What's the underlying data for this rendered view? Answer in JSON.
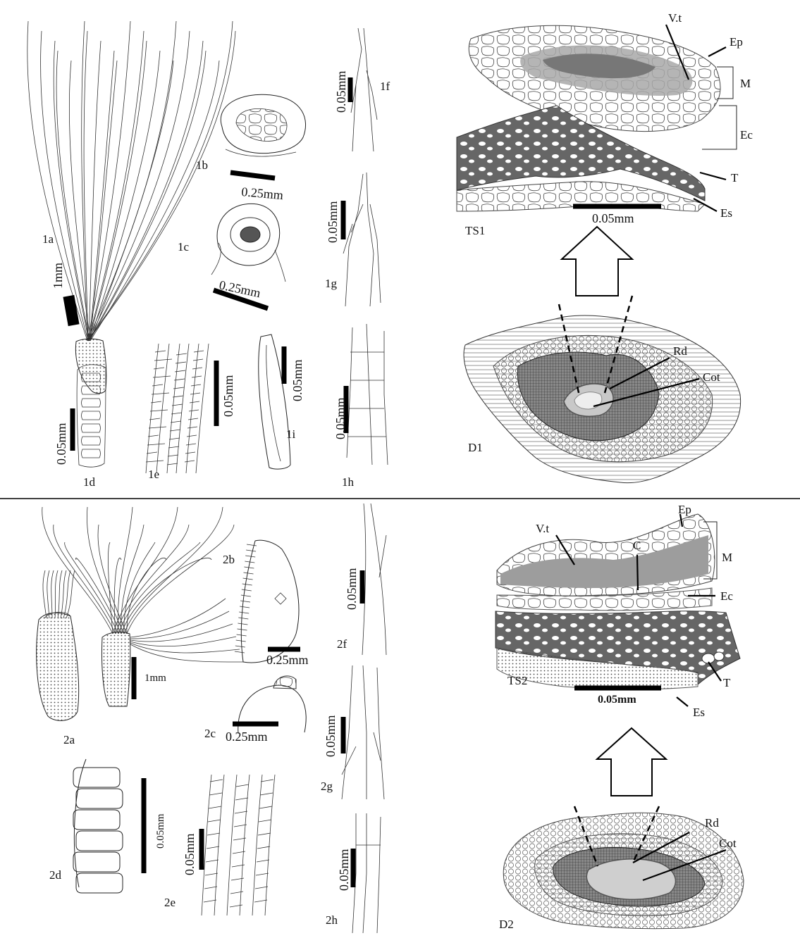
{
  "panels": {
    "1a": {
      "label": "1a",
      "scale": "1mm"
    },
    "1b": {
      "label": "1b",
      "scale": "0.25mm"
    },
    "1c": {
      "label": "1c",
      "scale": "0.25mm"
    },
    "1d": {
      "label": "1d",
      "scale": "0.05mm"
    },
    "1e": {
      "label": "1e",
      "scale": "0.05mm"
    },
    "1f": {
      "label": "1f",
      "scale": "0.05mm"
    },
    "1g": {
      "label": "1g",
      "scale": "0.05mm"
    },
    "1h": {
      "label": "1h",
      "scale": "0.05mm"
    },
    "1i": {
      "label": "1i",
      "scale": "0.05mm"
    },
    "TS1": {
      "label": "TS1",
      "scale": "0.05mm"
    },
    "D1": {
      "label": "D1"
    },
    "2a": {
      "label": "2a",
      "scale": "1mm"
    },
    "2b": {
      "label": "2b",
      "scale": "0.25mm"
    },
    "2c": {
      "label": "2c",
      "scale": "0.25mm"
    },
    "2d": {
      "label": "2d",
      "scale": "0.05mm"
    },
    "2e": {
      "label": "2e",
      "scale": "0.05mm"
    },
    "2f": {
      "label": "2f",
      "scale": "0.05mm"
    },
    "2g": {
      "label": "2g",
      "scale": "0.05mm"
    },
    "2h": {
      "label": "2h",
      "scale": "0.05mm"
    },
    "TS2": {
      "label": "TS2",
      "scale": "0.05mm"
    },
    "D2": {
      "label": "D2"
    }
  },
  "ts1": {
    "vt": "V.t",
    "ep": "Ep",
    "m": "M",
    "ec": "Ec",
    "t": "T",
    "es": "Es"
  },
  "d1": {
    "rd": "Rd",
    "cot": "Cot"
  },
  "ts2": {
    "vt": "V.t",
    "c": "C",
    "ep": "Ep",
    "m": "M",
    "ec": "Ec",
    "t": "T",
    "es": "Es"
  },
  "d2": {
    "rd": "Rd",
    "cot": "Cot"
  },
  "colors": {
    "ink": "#111111",
    "shade_dark": "#666666",
    "shade_mid": "#9d9d9d",
    "background": "#ffffff"
  }
}
